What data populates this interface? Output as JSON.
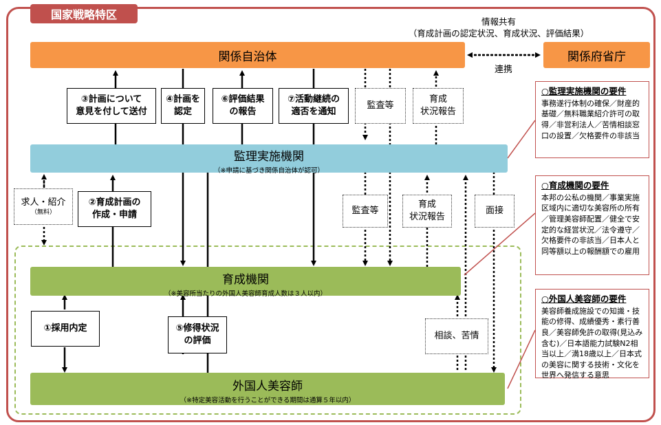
{
  "title": "国家戦略特区",
  "info_sharing": {
    "title": "情報共有",
    "detail": "（育成計画の認定状況、育成状況、評価結果）"
  },
  "boxes": {
    "local_gov": "関係自治体",
    "ministries": "関係府省庁",
    "supervisory": "監理実施機関",
    "supervisory_note": "（※申請に基づき関係自治体が認可）",
    "training_org": "育成機関",
    "training_note": "（※美容所当たりの外国人美容師育成人数は３人以内）",
    "beautician": "外国人美容師",
    "beautician_note": "（※特定美容活動を行うことができる期間は通算５年以内）"
  },
  "renkei": "連携",
  "labels": {
    "l3": "③計画について\n意見を付して送付",
    "l4": "④計画を\n認定",
    "l6": "⑥評価結果\nの報告",
    "l7": "⑦活動継続の\n適否を通知",
    "kansa_top": "監査等",
    "report_top": "育成\n状況報告",
    "kyujin": "求人・紹介",
    "kyujin_sub": "（無料）",
    "l2": "②育成計画の\n作成・申請",
    "kansa_mid": "監査等",
    "report_mid": "育成\n状況報告",
    "mensetsu": "面接",
    "l1": "①採用内定",
    "l5": "⑤修得状況\nの評価",
    "soudan": "相談、苦情"
  },
  "requirements": [
    {
      "title": "○監理実施機関の要件",
      "body": "事務遂行体制の確保／財産的基礎／無料職業紹介許可の取得／非営利法人／苦情相談窓口の設置／欠格要件の非該当"
    },
    {
      "title": "○育成機関の要件",
      "body": "本邦の公私の機関／事業実施区域内に適切な美容所の所有／管理美容師配置／健全で安定的な経営状況／法令遵守／欠格要件の非該当／日本人と同等額以上の報酬額での雇用"
    },
    {
      "title": "○外国人美容師の要件",
      "body": "美容師養成施設での知識・技能の修得、成績優秀・素行善良／美容師免許の取得(見込み含む)／日本語能力試験N2相当以上／満18歳以上／日本式の美容に関する技術・文化を世界へ発信する意思"
    }
  ],
  "colors": {
    "frame": "#c0504d",
    "orange": "#f79646",
    "blue": "#92cddc",
    "green": "#9bbb59"
  }
}
